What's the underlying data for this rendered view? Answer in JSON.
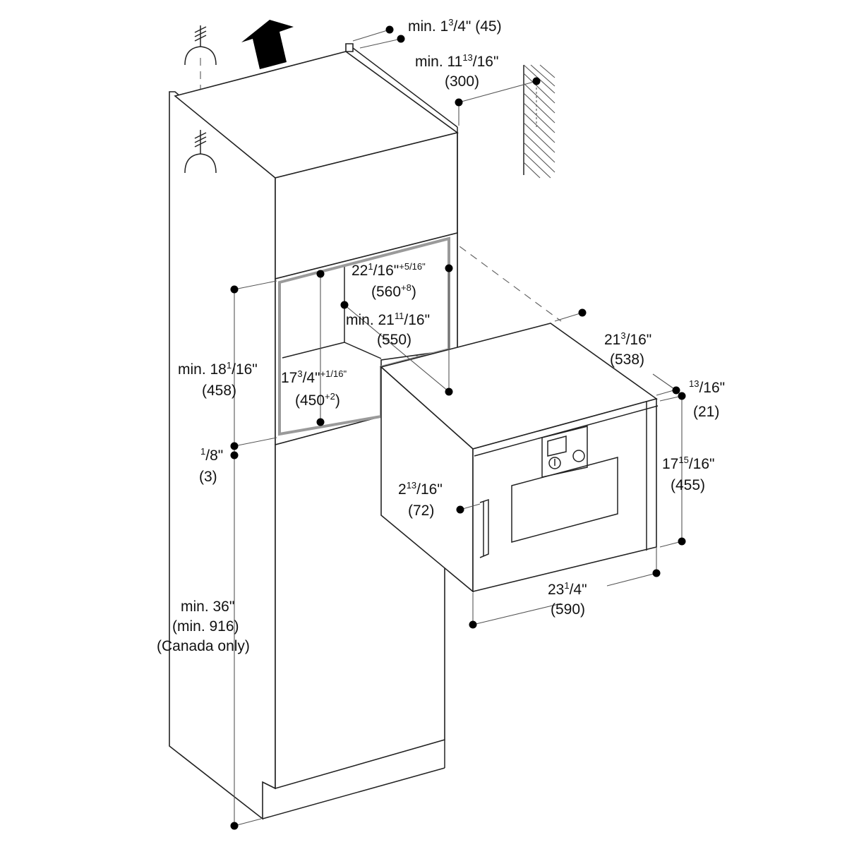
{
  "labels": {
    "top_gap": {
      "main": "min. 1",
      "sup": "3",
      "frac": "/4\"",
      "mm": "(45)"
    },
    "wall_gap": {
      "main": "min. 11",
      "sup": "13",
      "frac": "/16\"",
      "mm": "(300)"
    },
    "niche_width": {
      "main": "22",
      "sup": "1",
      "frac": "/16\"",
      "tol": "+5/16\"",
      "mm": "(560",
      "mm_tol": "+8",
      "mm_close": ")"
    },
    "niche_depth": {
      "main": "min. 21",
      "sup": "11",
      "frac": "/16\"",
      "mm": "(550)"
    },
    "niche_height": {
      "main": "17",
      "sup": "3",
      "frac": "/4\"",
      "tol": "+1/16\"",
      "mm": "(450",
      "mm_tol": "+2",
      "mm_close": ")"
    },
    "upper_height": {
      "main": "min. 18",
      "sup": "1",
      "frac": "/16\"",
      "mm": "(458)"
    },
    "shelf_gap": {
      "sup": "1",
      "frac": "/8\"",
      "mm": "(3)"
    },
    "floor_height": {
      "line1": "min. 36\"",
      "line2": "(min. 916)",
      "line3": "(Canada only)"
    },
    "oven_depth": {
      "main": "21",
      "sup": "3",
      "frac": "/16\"",
      "mm": "(538)"
    },
    "door_thickness": {
      "sup": "13",
      "frac": "/16\"",
      "mm": "(21)"
    },
    "oven_height": {
      "main": "17",
      "sup": "15",
      "frac": "/16\"",
      "mm": "(455)"
    },
    "handle_depth": {
      "main": "2",
      "sup": "13",
      "frac": "/16\"",
      "mm": "(72)"
    },
    "oven_width": {
      "main": "23",
      "sup": "1",
      "frac": "/4\"",
      "mm": "(590)"
    }
  },
  "icons": [
    "ventilation-arrow-icon",
    "power-outlet-symbol-icon",
    "wall-hatch-icon",
    "control-knob-icon"
  ]
}
